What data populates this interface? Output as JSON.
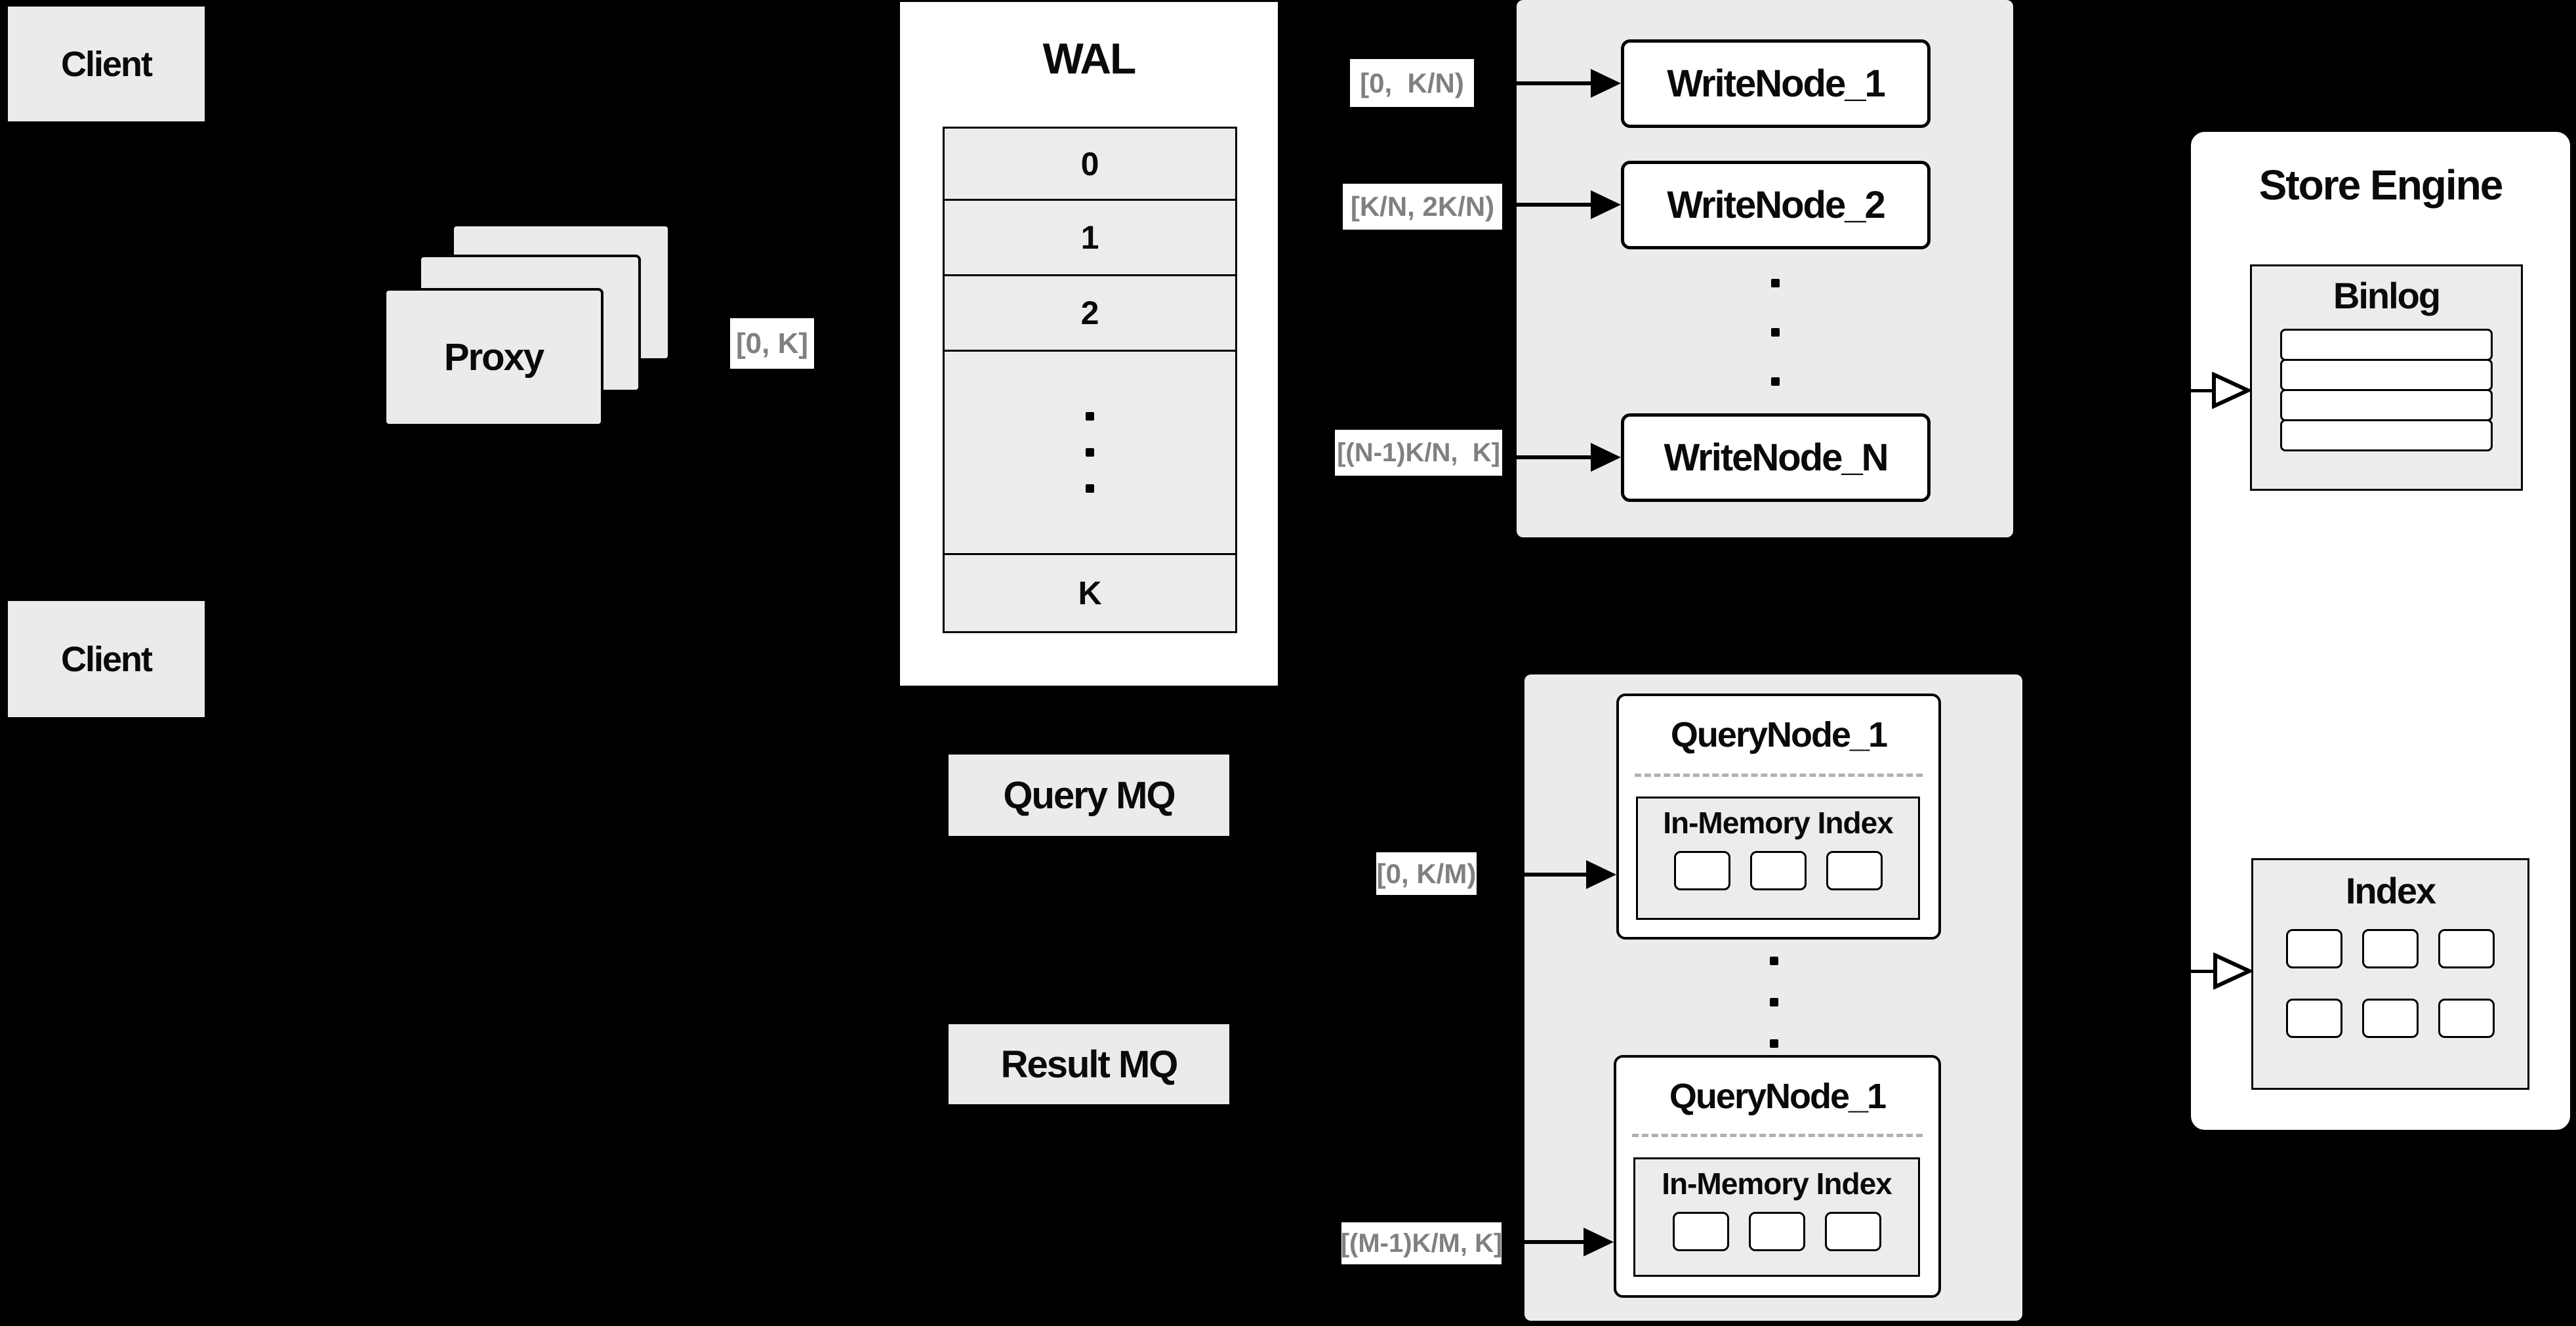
{
  "colors": {
    "background": "#000000",
    "panel_gray": "#ebebeb",
    "inner_gray": "#ececec",
    "node_white": "#ffffff",
    "border_black": "#000000",
    "range_label_text": "#808080"
  },
  "clients": {
    "top_label": "Client",
    "bottom_label": "Client"
  },
  "proxy": {
    "label": "Proxy",
    "range_label": "[0, K]"
  },
  "wal": {
    "title": "WAL",
    "segments": [
      "0",
      "1",
      "2"
    ],
    "last_segment": "K"
  },
  "write_group": {
    "range_labels": [
      "[0,  K/N)",
      "[K/N, 2K/N)",
      "[(N-1)K/N,  K]"
    ],
    "nodes": [
      "WriteNode_1",
      "WriteNode_2",
      "WriteNode_N"
    ]
  },
  "mq": {
    "query_label": "Query MQ",
    "result_label": "Result MQ"
  },
  "query_group": {
    "range_labels": [
      "[0, K/M)",
      "[(M-1)K/M, K]"
    ],
    "nodes": [
      {
        "title": "QueryNode_1",
        "inner_title": "In-Memory Index"
      },
      {
        "title": "QueryNode_1",
        "inner_title": "In-Memory Index"
      }
    ]
  },
  "store_engine": {
    "title": "Store Engine",
    "binlog_title": "Binlog",
    "index_title": "Index"
  }
}
